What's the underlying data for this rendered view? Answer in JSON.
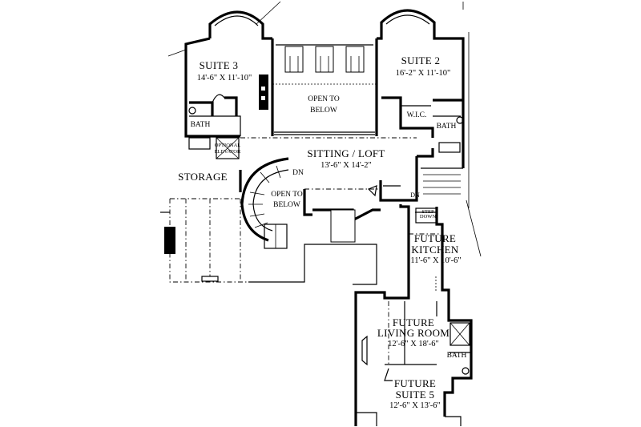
{
  "plan": {
    "rooms": {
      "suite3": {
        "name": "SUITE 3",
        "dim": "14'-6\" X 11'-10\""
      },
      "suite2": {
        "name": "SUITE 2",
        "dim": "16'-2\" X 11'-10\""
      },
      "open_to_below_top": {
        "line1": "OPEN TO",
        "line2": "BELOW"
      },
      "open_to_below_stair": {
        "line1": "OPEN TO",
        "line2": "BELOW"
      },
      "sitting_loft": {
        "name": "SITTING / LOFT",
        "dim": "13'-6\" X 14'-2\""
      },
      "storage": {
        "name": "STORAGE"
      },
      "bath_left": {
        "name": "BATH"
      },
      "bath_right": {
        "name": "BATH"
      },
      "wic": {
        "name": "W.I.C."
      },
      "elevator": {
        "line1": "OPTIONAL",
        "line2": "ELEVATOR"
      },
      "future_kitchen": {
        "line1": "FUTURE",
        "line2": "KITCHEN",
        "dim": "11'-6\" X 10'-6\""
      },
      "future_living": {
        "line1": "FUTURE",
        "line2": "LIVING ROOM",
        "dim": "12'-6\" X 18'-6\""
      },
      "bath_lower": {
        "name": "BATH"
      },
      "future_suite5": {
        "line1": "FUTURE",
        "line2": "SUITE 5",
        "dim": "12'-6\" X 13'-6\""
      }
    },
    "stair_labels": {
      "dn_left": "DN",
      "dn_right": "DN",
      "step_down_1": "STEP",
      "step_down_2": "DOWN"
    }
  }
}
